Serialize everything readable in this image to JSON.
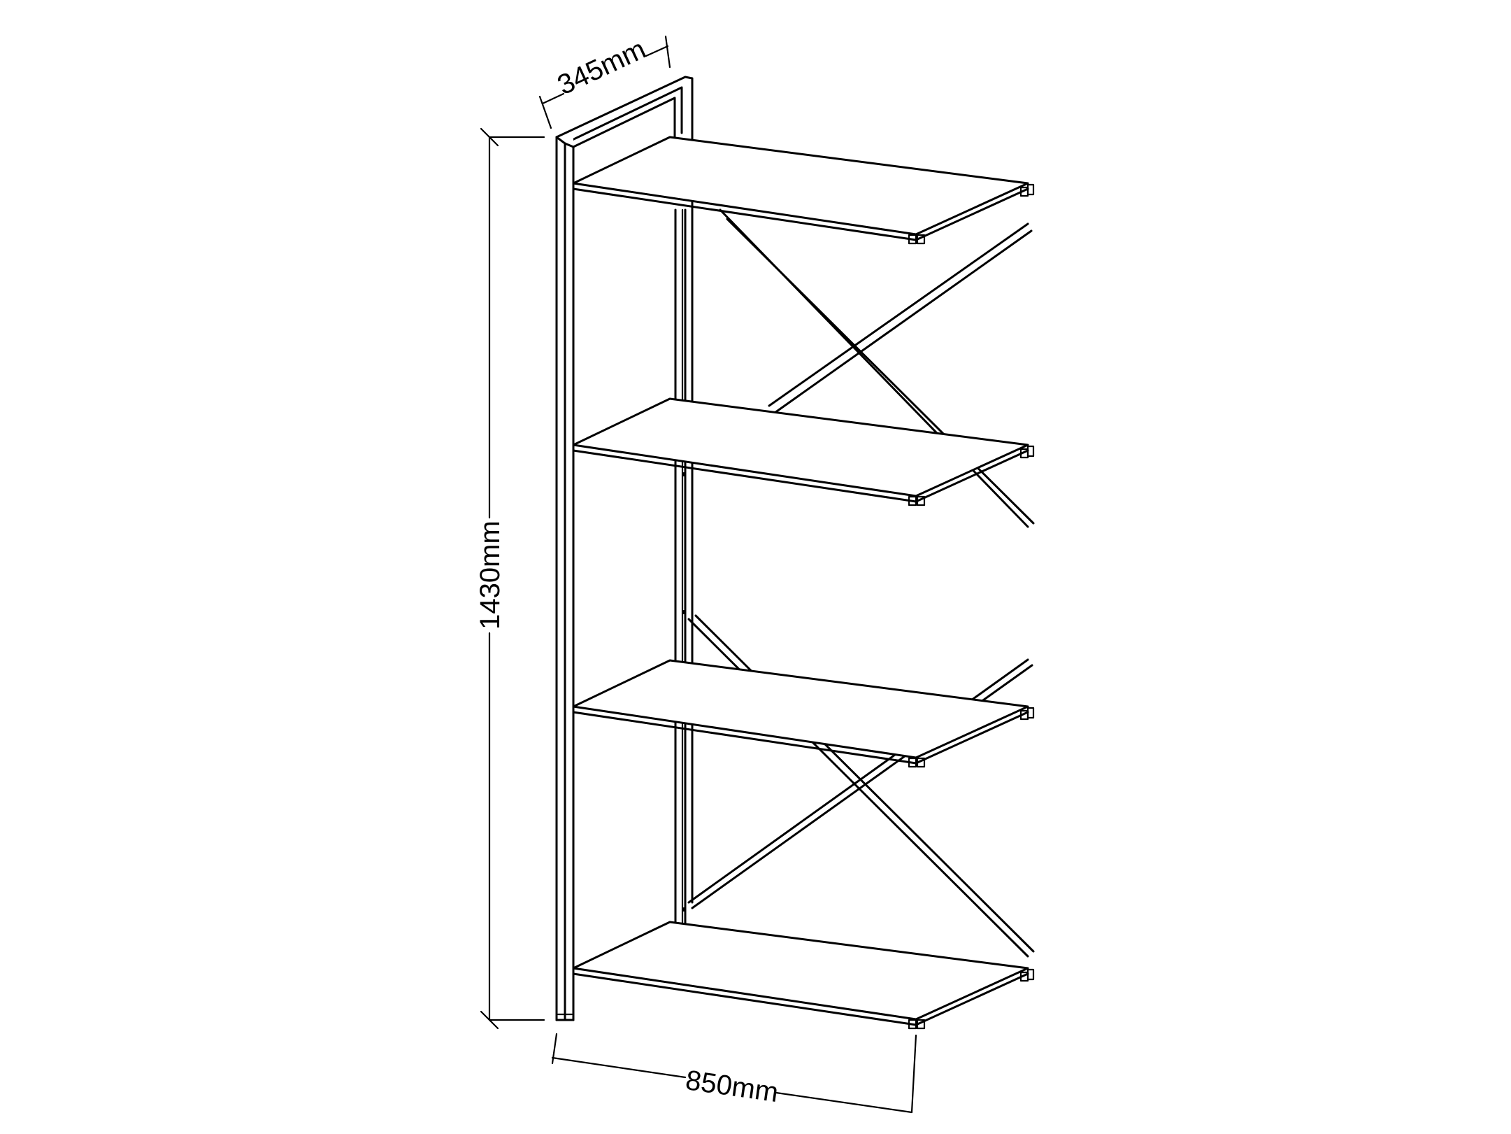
{
  "dimensions": {
    "depth": "345mm",
    "height": "1430mm",
    "width": "850mm"
  },
  "colors": {
    "line": "#000000",
    "background": "#ffffff"
  },
  "shelf_count": 4
}
